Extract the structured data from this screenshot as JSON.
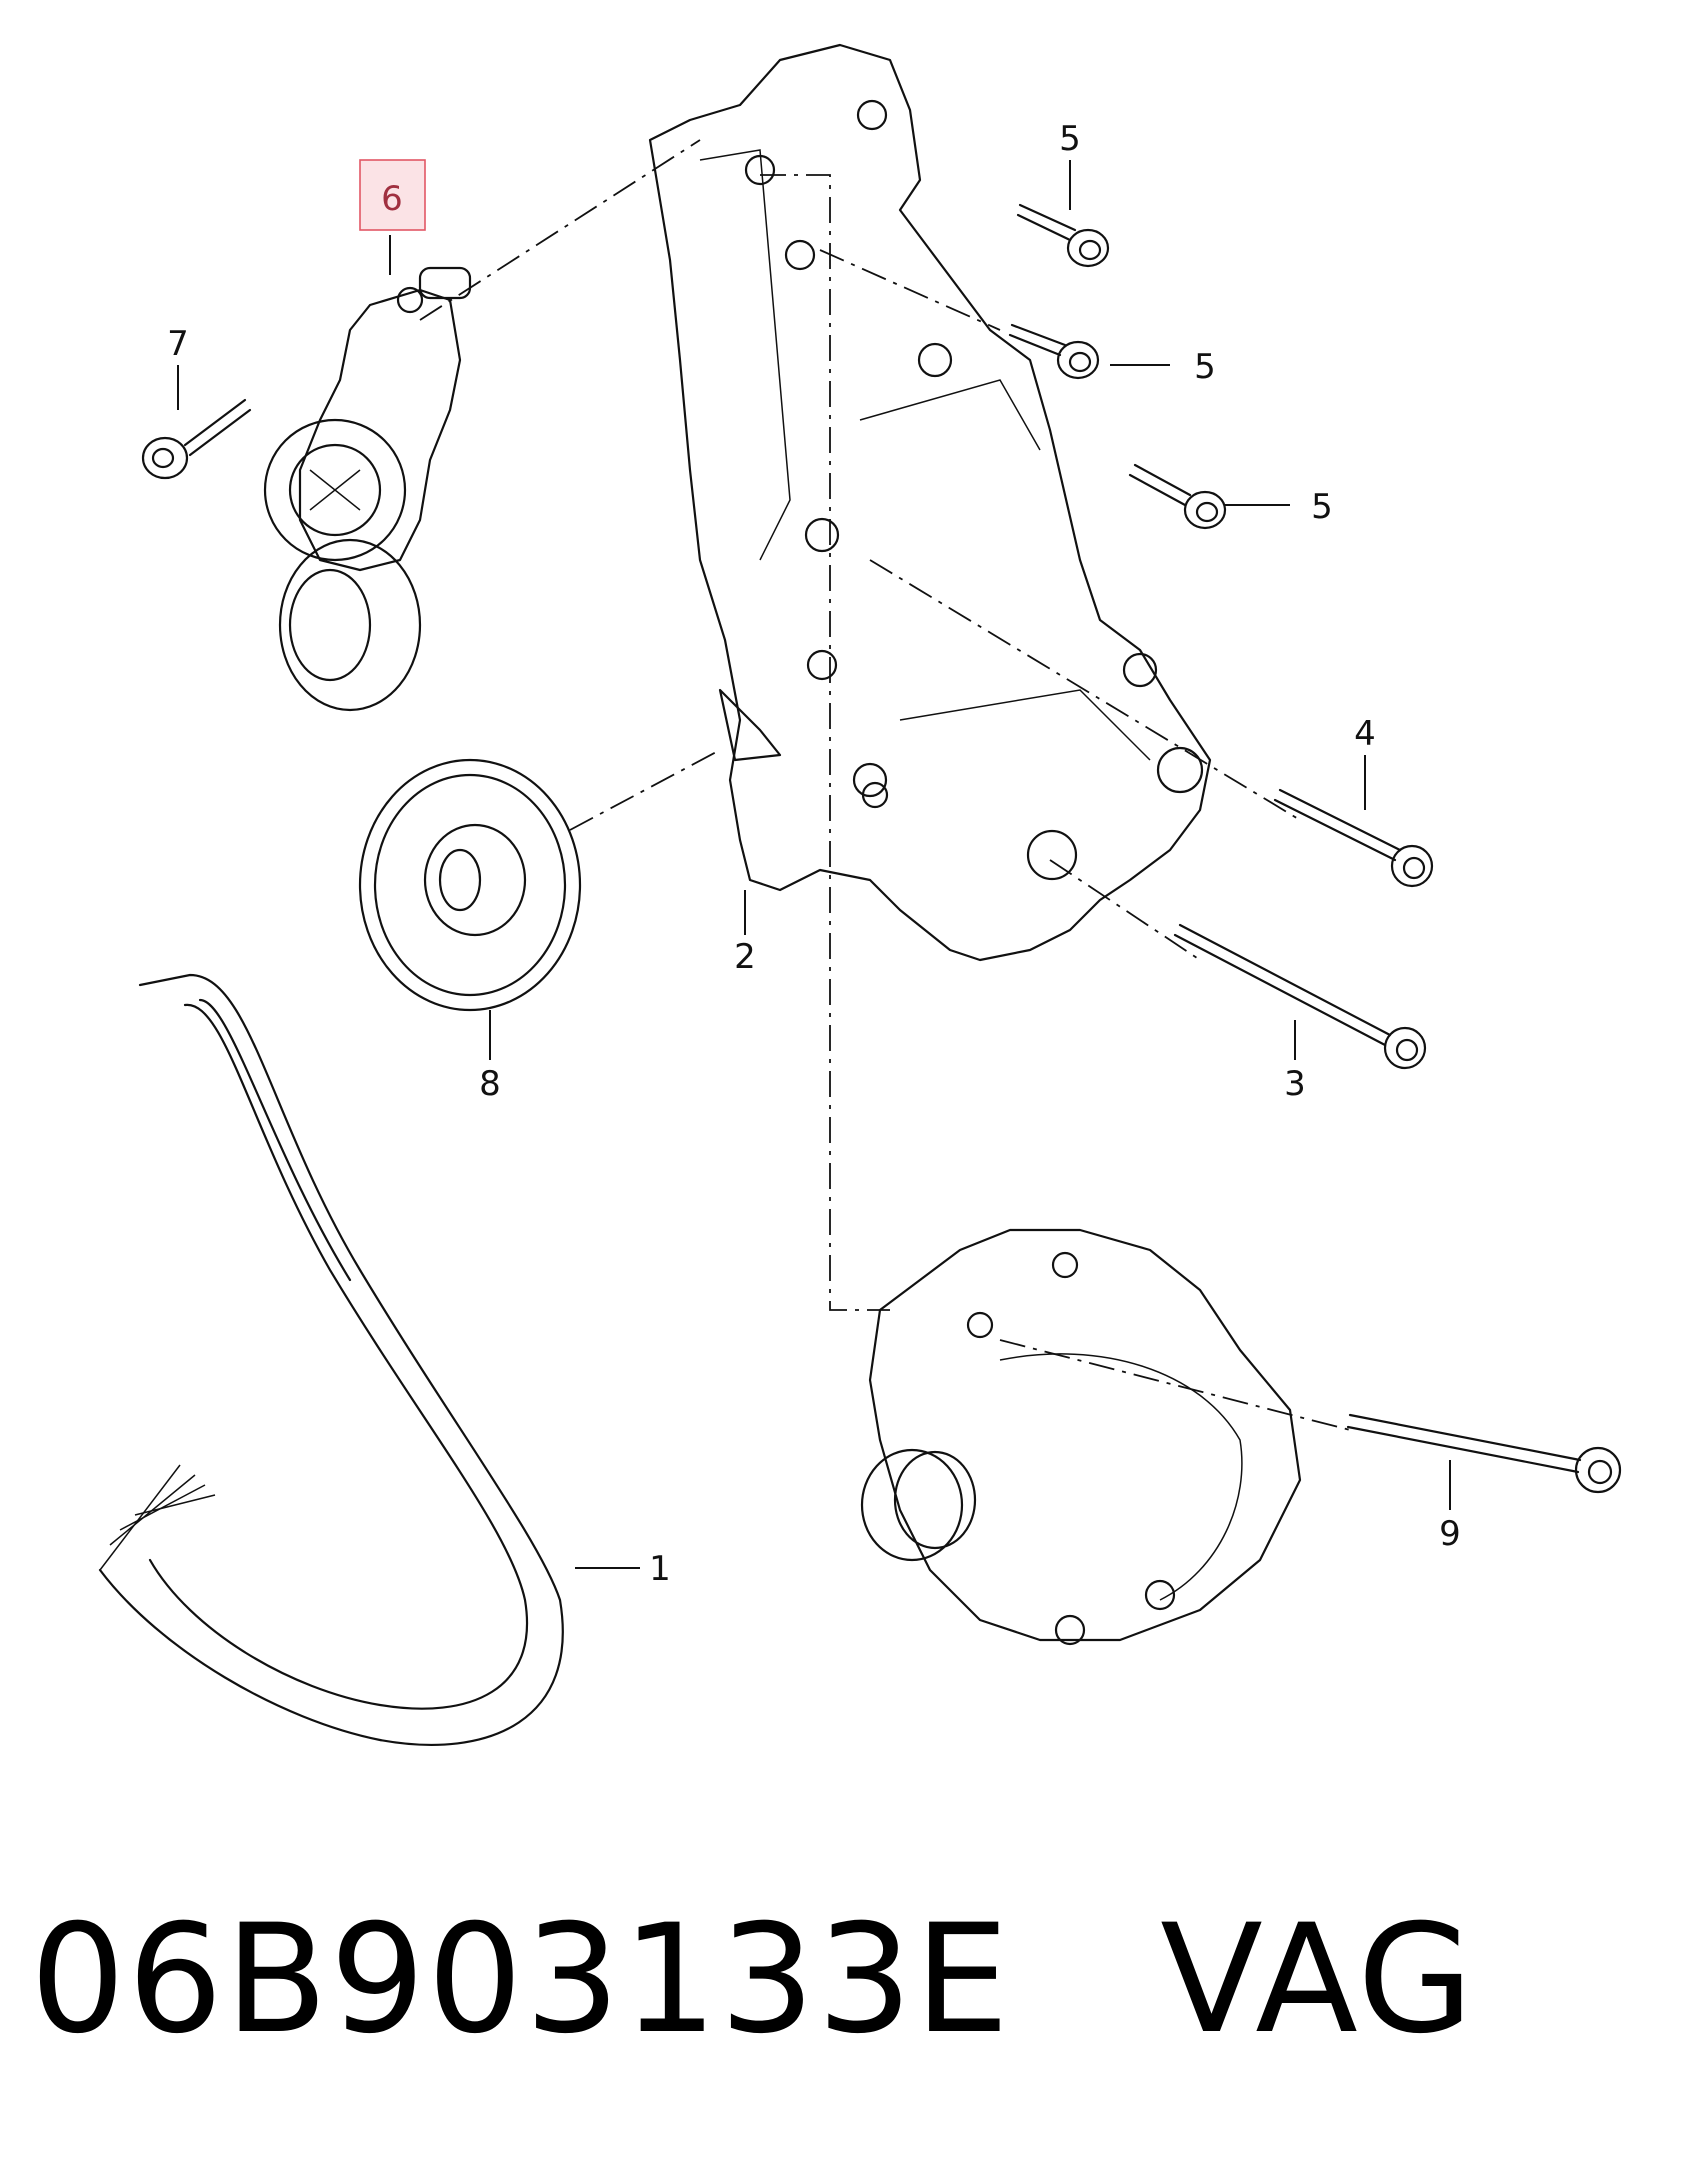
{
  "callouts": {
    "c1": "1",
    "c2": "2",
    "c3": "3",
    "c4": "4",
    "c5a": "5",
    "c5b": "5",
    "c5c": "5",
    "c6": "6",
    "c7": "7",
    "c8": "8",
    "c9": "9"
  },
  "highlighted_callout": "6",
  "highlight_color": "#e25765",
  "caption": {
    "part_number": "06B903133E",
    "brand": "VAG"
  }
}
